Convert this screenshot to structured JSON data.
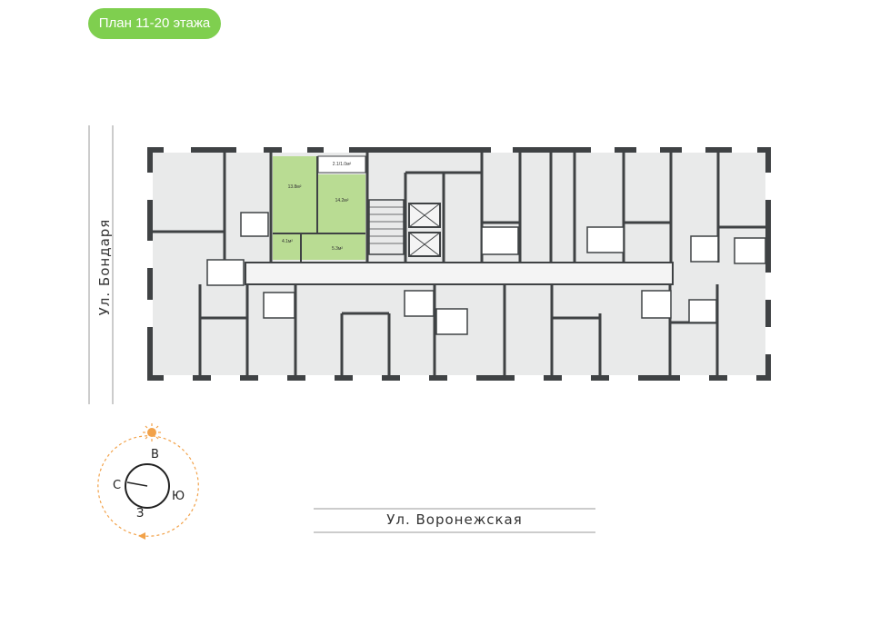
{
  "header": {
    "floor_plan_label": "План 11-20 этажа"
  },
  "streets": {
    "left": "Ул. Бондаря",
    "bottom": "Ул. Воронежская"
  },
  "highlighted_apartment": {
    "rooms": [
      {
        "label": "13.8м²"
      },
      {
        "label": "14.2м²"
      },
      {
        "label": "4.1м²"
      },
      {
        "label": "5.3м²"
      },
      {
        "label": "2.1/1.0м²"
      }
    ],
    "color": "#b9dc93"
  },
  "compass": {
    "north": "С",
    "east": "В",
    "south": "Ю",
    "west": "З"
  },
  "colors": {
    "accent": "#7fcf4f",
    "wall": "#3f4244",
    "floor": "#e9eaea",
    "highlight": "#b9dc93",
    "sun": "#f2a24a"
  }
}
